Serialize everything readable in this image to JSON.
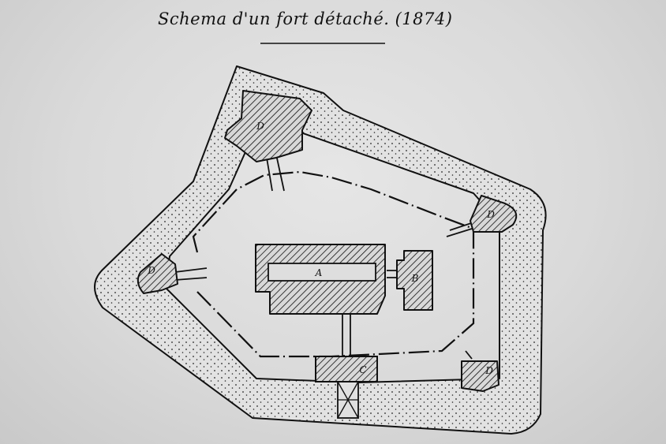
{
  "title": "Schema d'un fort détaché. (1874)",
  "labels": {
    "a": "A",
    "b": "B",
    "c": "C",
    "d": "D"
  },
  "colors": {
    "ink": "#111111",
    "paper": "#dcdcdc"
  }
}
